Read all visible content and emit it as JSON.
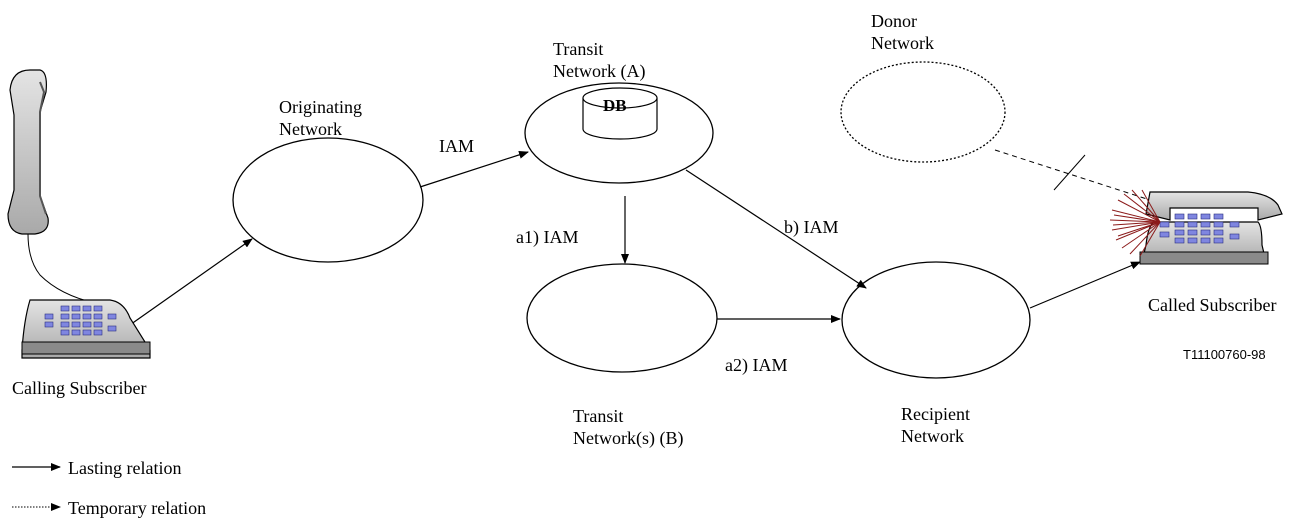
{
  "networks": {
    "originating": [
      "Originating",
      "Network"
    ],
    "transit_a": [
      "Transit",
      "Network (A)"
    ],
    "transit_b": [
      "Transit",
      "Network(s) (B)"
    ],
    "donor": [
      "Donor",
      "Network"
    ],
    "recipient": [
      "Recipient",
      "Network"
    ]
  },
  "database_label": "DB",
  "messages": {
    "iam": "IAM",
    "a1": "a1) IAM",
    "a2": "a2) IAM",
    "b": "b) IAM"
  },
  "subscribers": {
    "calling": "Calling Subscriber",
    "called": "Called Subscriber"
  },
  "figure_code": "T11100760-98",
  "legend": {
    "lasting": "Lasting relation",
    "temporary": "Temporary relation"
  }
}
